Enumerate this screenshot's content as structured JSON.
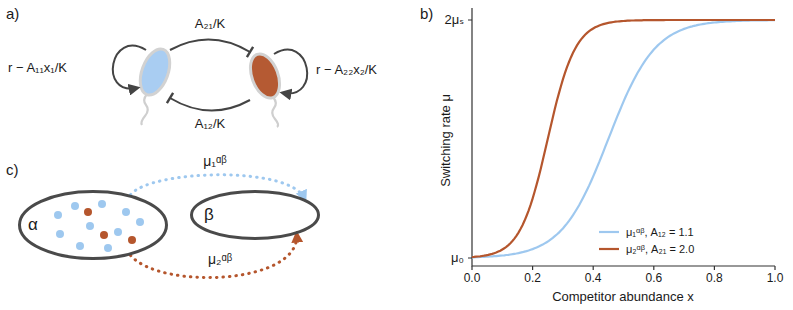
{
  "diagram": {
    "nodes": [
      {
        "text": [
          "α"
        ]
      },
      {
        "text": [
          "β"
        ]
      }
    ],
    "edges": [
      {
        "from": 0,
        "to": 1,
        "arrow": "to",
        "label": "μ₁ᵅᵝ"
      },
      {
        "from": 0,
        "to": 1,
        "arrow": "to",
        "label": "μ₂ᵅᵝ"
      }
    ],
    "labels": [
      "a)",
      "r − A₁₁x₁/K",
      "A₂₁/K",
      "A₁₂/K",
      "r − A₂₂x₂/K",
      "b)",
      "Switching rate μ",
      "2μₛ",
      "μ₀",
      "0.0",
      "0.2",
      "0.4",
      "0.6",
      "0.8",
      "1.0",
      "Competitor abundance x",
      "c)"
    ],
    "legend": [
      {
        "text": "μ₁ᵅᵝ, A₁₂ = 1.1"
      },
      {
        "text": "μ₂ᵅᵝ, A₂₁ = 2.0"
      }
    ]
  }
}
